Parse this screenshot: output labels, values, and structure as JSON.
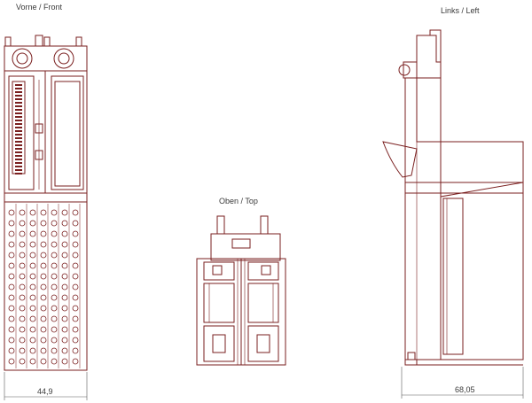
{
  "views": {
    "front_label": "Vorne / Front",
    "left_label": "Links / Left",
    "top_label": "Oben / Top"
  },
  "dimensions": {
    "front_width": "44,9",
    "left_width": "68,05"
  },
  "colors": {
    "drawing": "#7a1f1f",
    "dimension": "#5a5a5a",
    "text": "#3a3a3a"
  }
}
